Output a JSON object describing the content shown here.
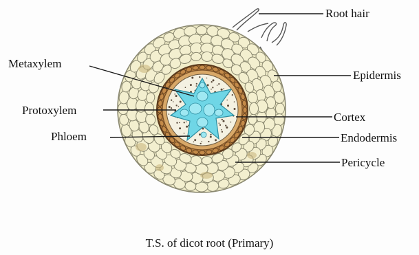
{
  "labels": {
    "root_hair": "Root hair",
    "metaxylem": "Metaxylem",
    "epidermis": "Epidermis",
    "protoxylem": "Protoxylem",
    "cortex": "Cortex",
    "phloem": "Phloem",
    "endodermis": "Endodermis",
    "pericycle": "Pericycle"
  },
  "caption": "T.S. of dicot root (Primary)",
  "colors": {
    "cortex_fill": "#f0ecc8",
    "cell_outline": "#8a8870",
    "endodermis_ring": "#b07a3c",
    "pericycle_ring": "#d8a868",
    "xylem_fill": "#6fd6e6",
    "phloem_dots": "#5a4a3a",
    "leader_line": "#1a1a1a"
  }
}
